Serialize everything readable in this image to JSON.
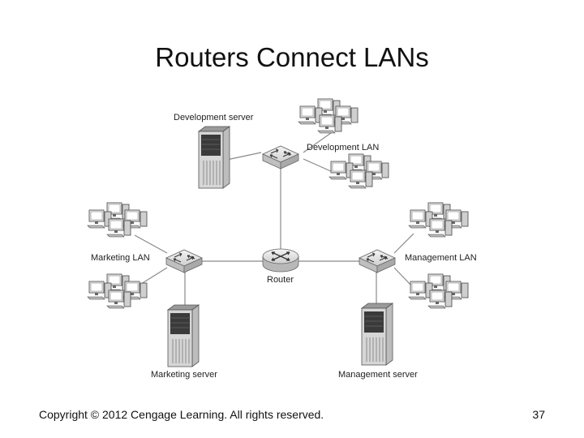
{
  "slide": {
    "title": "Routers Connect LANs",
    "copyright": "Copyright © 2012 Cengage Learning. All rights reserved.",
    "page_number": "37"
  },
  "diagram": {
    "labels": {
      "development_server": "Development server",
      "development_lan": "Development LAN",
      "marketing_lan": "Marketing LAN",
      "management_lan": "Management LAN",
      "router": "Router",
      "marketing_server": "Marketing server",
      "management_server": "Management server"
    },
    "icons": {
      "router": "router-icon",
      "switch": "switch-icon",
      "server": "server-tower-icon",
      "workstation": "workstation-group-icon"
    },
    "colors": {
      "line": "#8a8a8a",
      "device_body": "#d9d9d9",
      "device_dark": "#3a3a3a"
    }
  }
}
